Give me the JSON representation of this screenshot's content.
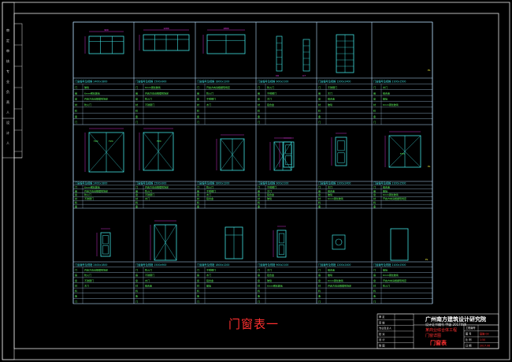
{
  "sheet": {
    "title": "门窗表一",
    "side_labels": [
      "审",
      "定",
      "审",
      "核",
      "专",
      "业",
      "负",
      "责",
      "人",
      "设",
      "计",
      "人"
    ],
    "row_labels": [
      "门窗编号及规格",
      "门",
      "扇",
      "开启方式",
      "材料",
      "备注"
    ],
    "short_labels": [
      "门",
      "扇",
      "窗",
      "材",
      "料",
      "备"
    ],
    "fill_words": [
      "铝合金",
      "玻璃",
      "6mm钢化玻璃",
      "开启方向请根据现场定",
      "防火门",
      "不锈钢门",
      "木门"
    ],
    "dims": [
      "2400",
      "1500",
      "1800",
      "900",
      "1200",
      "2100"
    ],
    "pl_mark": "PL",
    "c_marks": [
      "C6",
      "C7"
    ],
    "fz_marks": [
      "FZ2",
      "FZ4",
      "FZ3"
    ]
  },
  "titleblock": {
    "company": "广州南方建筑设计研究院",
    "sub1": "设计证书编号 甲级 2017086",
    "rows": [
      "审 定",
      "审 核",
      "专业负责人",
      "校 对",
      "设 计",
      "制 图"
    ],
    "project_red1": "某商业综合体工程",
    "project_red2": "门窗详图",
    "drawing_title": "门窗表",
    "right_labels": [
      "工程编号",
      "图 号",
      "比 例",
      "日 期"
    ],
    "right_vals": [
      "",
      "建施-03",
      "1:50",
      "2017.06"
    ]
  },
  "colors": {
    "frame": "#e8e8e8",
    "grid": "#b8e0ff",
    "magenta": "#ff40ff",
    "cyan": "#40e0e0",
    "green": "#60ff60",
    "red": "#ff3030",
    "yellow": "#ffff40"
  }
}
